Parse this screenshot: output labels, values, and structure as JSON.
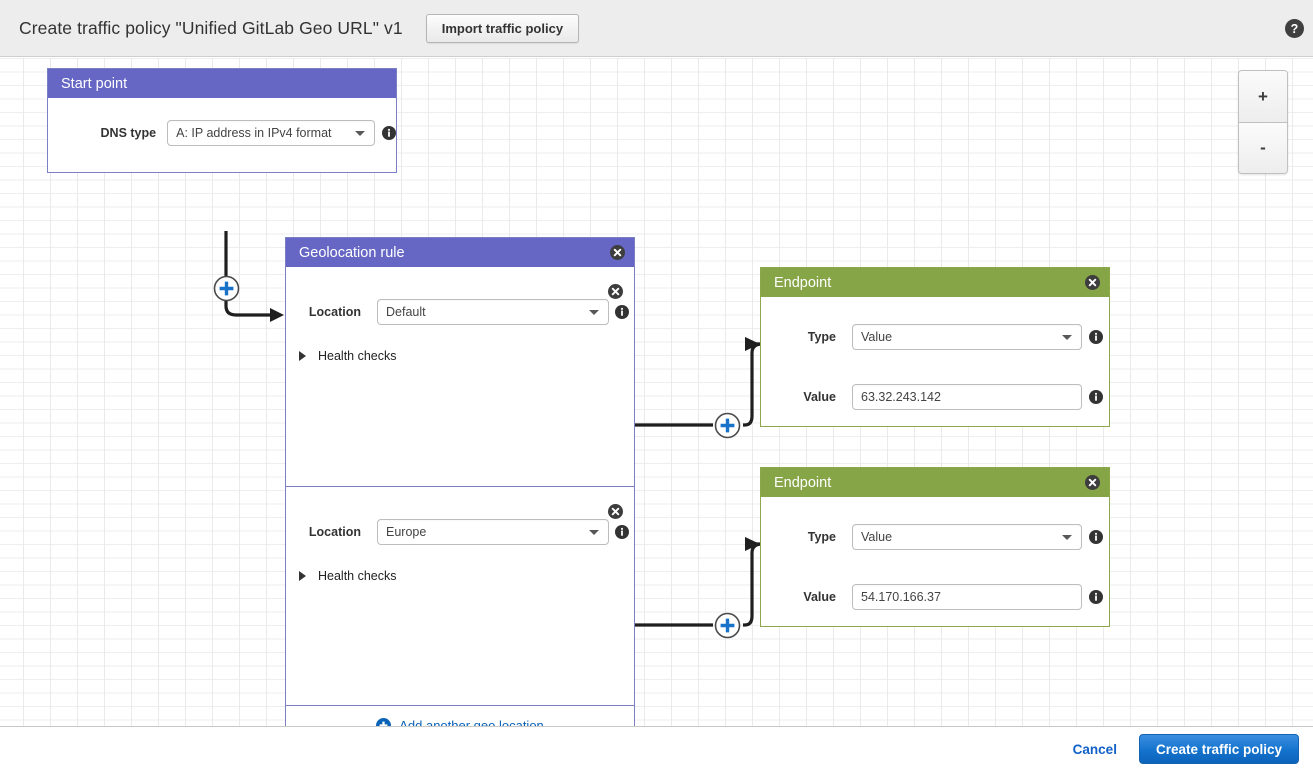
{
  "header": {
    "title": "Create traffic policy \"Unified GitLab Geo URL\" v1",
    "import_button": "Import traffic policy",
    "help_icon": "help-circle-icon"
  },
  "canvas": {
    "zoom_in": "+",
    "zoom_out": "-"
  },
  "start_point": {
    "title": "Start point",
    "dns_type_label": "DNS type",
    "dns_type_value": "A: IP address in IPv4 format"
  },
  "geolocation_rule": {
    "title": "Geolocation rule",
    "add_another": "Add another geo location",
    "locations": [
      {
        "label": "Location",
        "value": "Default",
        "health_checks": "Health checks"
      },
      {
        "label": "Location",
        "value": "Europe",
        "health_checks": "Health checks"
      }
    ]
  },
  "endpoints": [
    {
      "title": "Endpoint",
      "type_label": "Type",
      "type_value": "Value",
      "value_label": "Value",
      "value_value": "63.32.243.142"
    },
    {
      "title": "Endpoint",
      "type_label": "Type",
      "type_value": "Value",
      "value_label": "Value",
      "value_value": "54.170.166.37"
    }
  ],
  "footer": {
    "cancel": "Cancel",
    "create": "Create traffic policy"
  },
  "colors": {
    "rule_purple": "#6667c4",
    "endpoint_green": "#86a546",
    "primary_blue": "#1473cd",
    "link_blue": "#0b63b7"
  }
}
